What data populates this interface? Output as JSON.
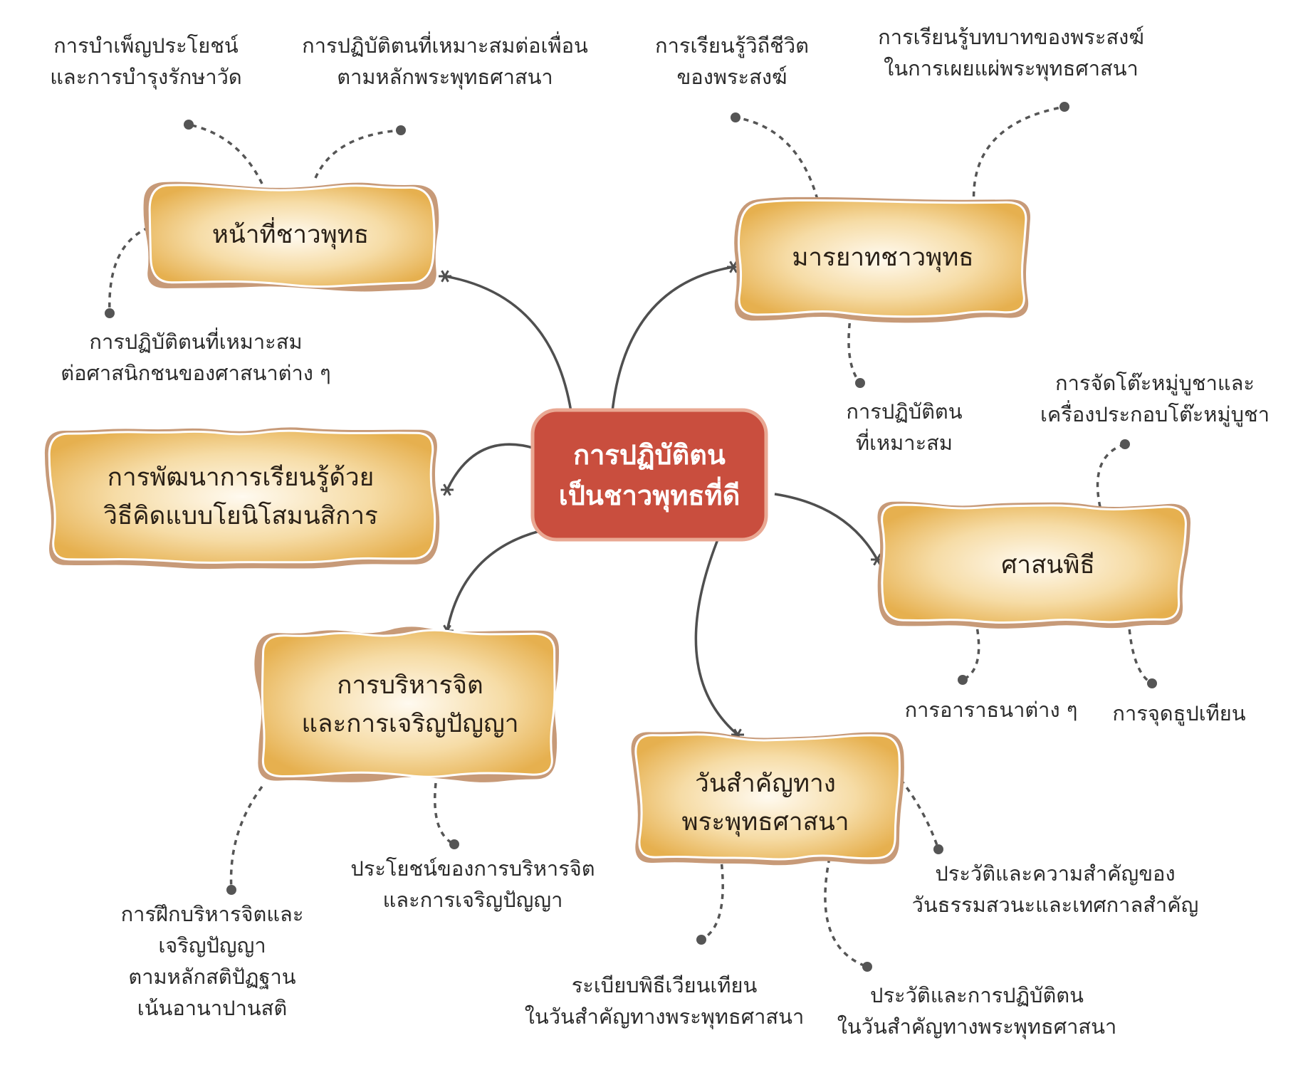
{
  "center": {
    "line1": "การปฏิบัติตน",
    "line2": "เป็นชาวพุทธที่ดี",
    "fill": "#c94e3e",
    "border": "#e9a893"
  },
  "colors": {
    "blob_outer": "#c79a78",
    "blob_fill_edge": "#e6b04f",
    "blob_fill_center": "#fffaf0",
    "connector": "#4f4f4f",
    "dashed": "#555555",
    "text": "#2b2b2b"
  },
  "topics": {
    "duties": {
      "line1": "หน้าที่ชาวพุทธ"
    },
    "manners": {
      "line1": "มารยาทชาวพุทธ"
    },
    "yoniso": {
      "line1": "การพัฒนาการเรียนรู้ด้วย",
      "line2": "วิธีคิดแบบโยนิโสมนสิการ"
    },
    "ceremony": {
      "line1": "ศาสนพิธี"
    },
    "meditation": {
      "line1": "การบริหารจิต",
      "line2": "และการเจริญปัญญา"
    },
    "holy_days": {
      "line1": "วันสำคัญทาง",
      "line2": "พระพุทธศาสนา"
    }
  },
  "details": {
    "duties_benefit": {
      "line1": "การบำเพ็ญประโยชน์",
      "line2": "และการบำรุงรักษาวัด"
    },
    "duties_friends": {
      "line1": "การปฏิบัติตนที่เหมาะสมต่อเพื่อน",
      "line2": "ตามหลักพระพุทธศาสนา"
    },
    "duties_other_religions": {
      "line1": "การปฏิบัติตนที่เหมาะสม",
      "line2": "ต่อศาสนิกชนของศาสนาต่าง ๆ"
    },
    "manners_monk_life": {
      "line1": "การเรียนรู้วิถีชีวิต",
      "line2": "ของพระสงฆ์"
    },
    "manners_monk_role": {
      "line1": "การเรียนรู้บทบาทของพระสงฆ์",
      "line2": "ในการเผยแผ่พระพุทธศาสนา"
    },
    "manners_proper": {
      "line1": "การปฏิบัติตน",
      "line2": "ที่เหมาะสม"
    },
    "ceremony_altar": {
      "line1": "การจัดโต๊ะหมู่บูชาและ",
      "line2": "เครื่องประกอบโต๊ะหมู่บูชา"
    },
    "ceremony_invitation": {
      "line1": "การอาราธนาต่าง ๆ"
    },
    "ceremony_incense": {
      "line1": "การจุดธูปเทียน"
    },
    "meditation_benefit": {
      "line1": "ประโยชน์ของการบริหารจิต",
      "line2": "และการเจริญปัญญา"
    },
    "meditation_practice": {
      "line1": "การฝึกบริหารจิตและ",
      "line2": "เจริญปัญญา",
      "line3": "ตามหลักสติปัฏฐาน",
      "line4": "เน้นอานาปานสติ"
    },
    "holy_days_history_sabbath": {
      "line1": "ประวัติและความสำคัญของ",
      "line2": "วันธรรมสวนะและเทศกาลสำคัญ"
    },
    "holy_days_candle": {
      "line1": "ระเบียบพิธีเวียนเทียน",
      "line2": "ในวันสำคัญทางพระพุทธศาสนา"
    },
    "holy_days_history_practice": {
      "line1": "ประวัติและการปฏิบัติตน",
      "line2": "ในวันสำคัญทางพระพุทธศาสนา"
    }
  }
}
